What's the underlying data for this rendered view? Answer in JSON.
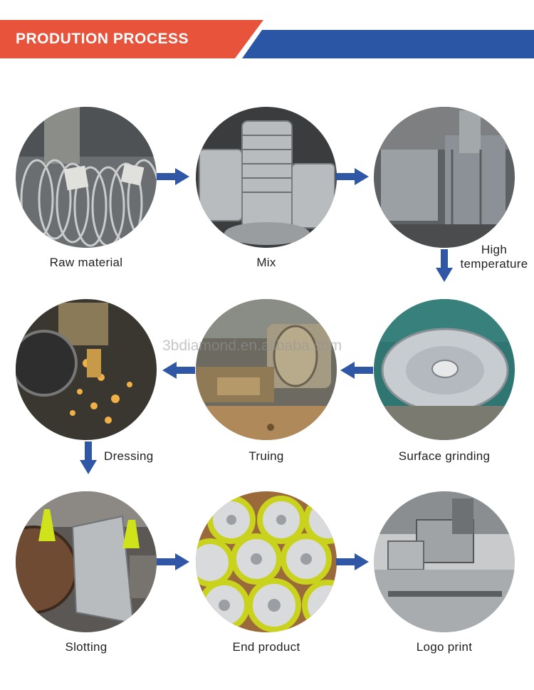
{
  "header": {
    "title": "PRODUTION  PROCESS"
  },
  "colors": {
    "accent_red": "#e8533b",
    "accent_blue": "#2b56a6",
    "arrow_blue": "#2f57a5"
  },
  "watermark": "3bdiamond.en.alibaba.com",
  "steps": [
    {
      "label": "Raw material"
    },
    {
      "label": "Mix"
    },
    {
      "label_line1": "High",
      "label_line2": "temperature"
    },
    {
      "label": "Surface grinding"
    },
    {
      "label": "Truing"
    },
    {
      "label": "Dressing"
    },
    {
      "label": "Slotting"
    },
    {
      "label": "End product"
    },
    {
      "label": "Logo print"
    }
  ]
}
